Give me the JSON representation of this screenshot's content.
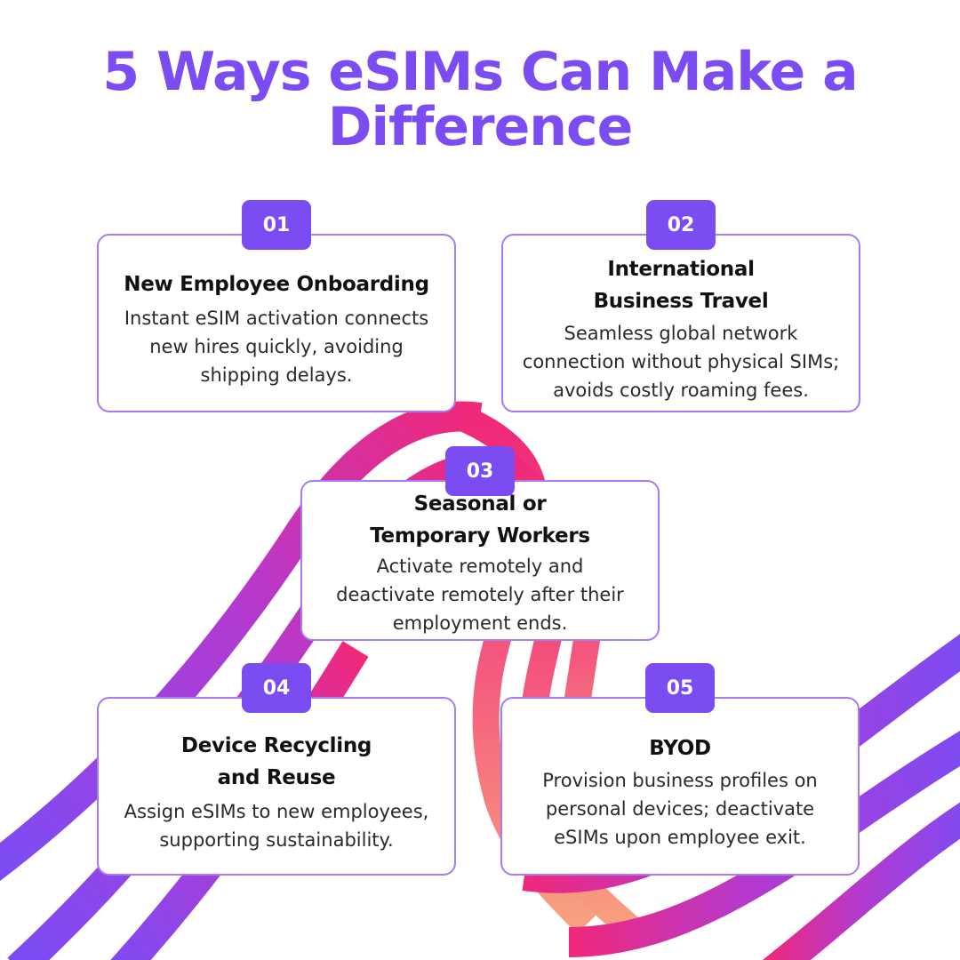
{
  "title": "5 Ways eSIMs Can Make a\nDifference",
  "colors": {
    "accent": "#7c4cf3",
    "card_border": "#a77bf3",
    "ribbon_pink": "#f0287a",
    "ribbon_purple": "#7a4cf5",
    "ribbon_orange": "#f7a27e"
  },
  "cards": [
    {
      "number": "01",
      "title": "New Employee Onboarding",
      "description": "Instant eSIM activation connects\nnew hires quickly, avoiding\nshipping delays."
    },
    {
      "number": "02",
      "title": "International\nBusiness Travel",
      "description": "Seamless global network\nconnection without physical SIMs;\navoids costly roaming fees."
    },
    {
      "number": "03",
      "title": "Seasonal or\nTemporary Workers",
      "description": "Activate remotely and\ndeactivate remotely after their\nemployment ends."
    },
    {
      "number": "04",
      "title": "Device Recycling\nand Reuse",
      "description": "Assign eSIMs to new employees,\nsupporting sustainability."
    },
    {
      "number": "05",
      "title": "BYOD",
      "description": "Provision business profiles on\npersonal devices; deactivate\neSIMs upon employee exit."
    }
  ]
}
